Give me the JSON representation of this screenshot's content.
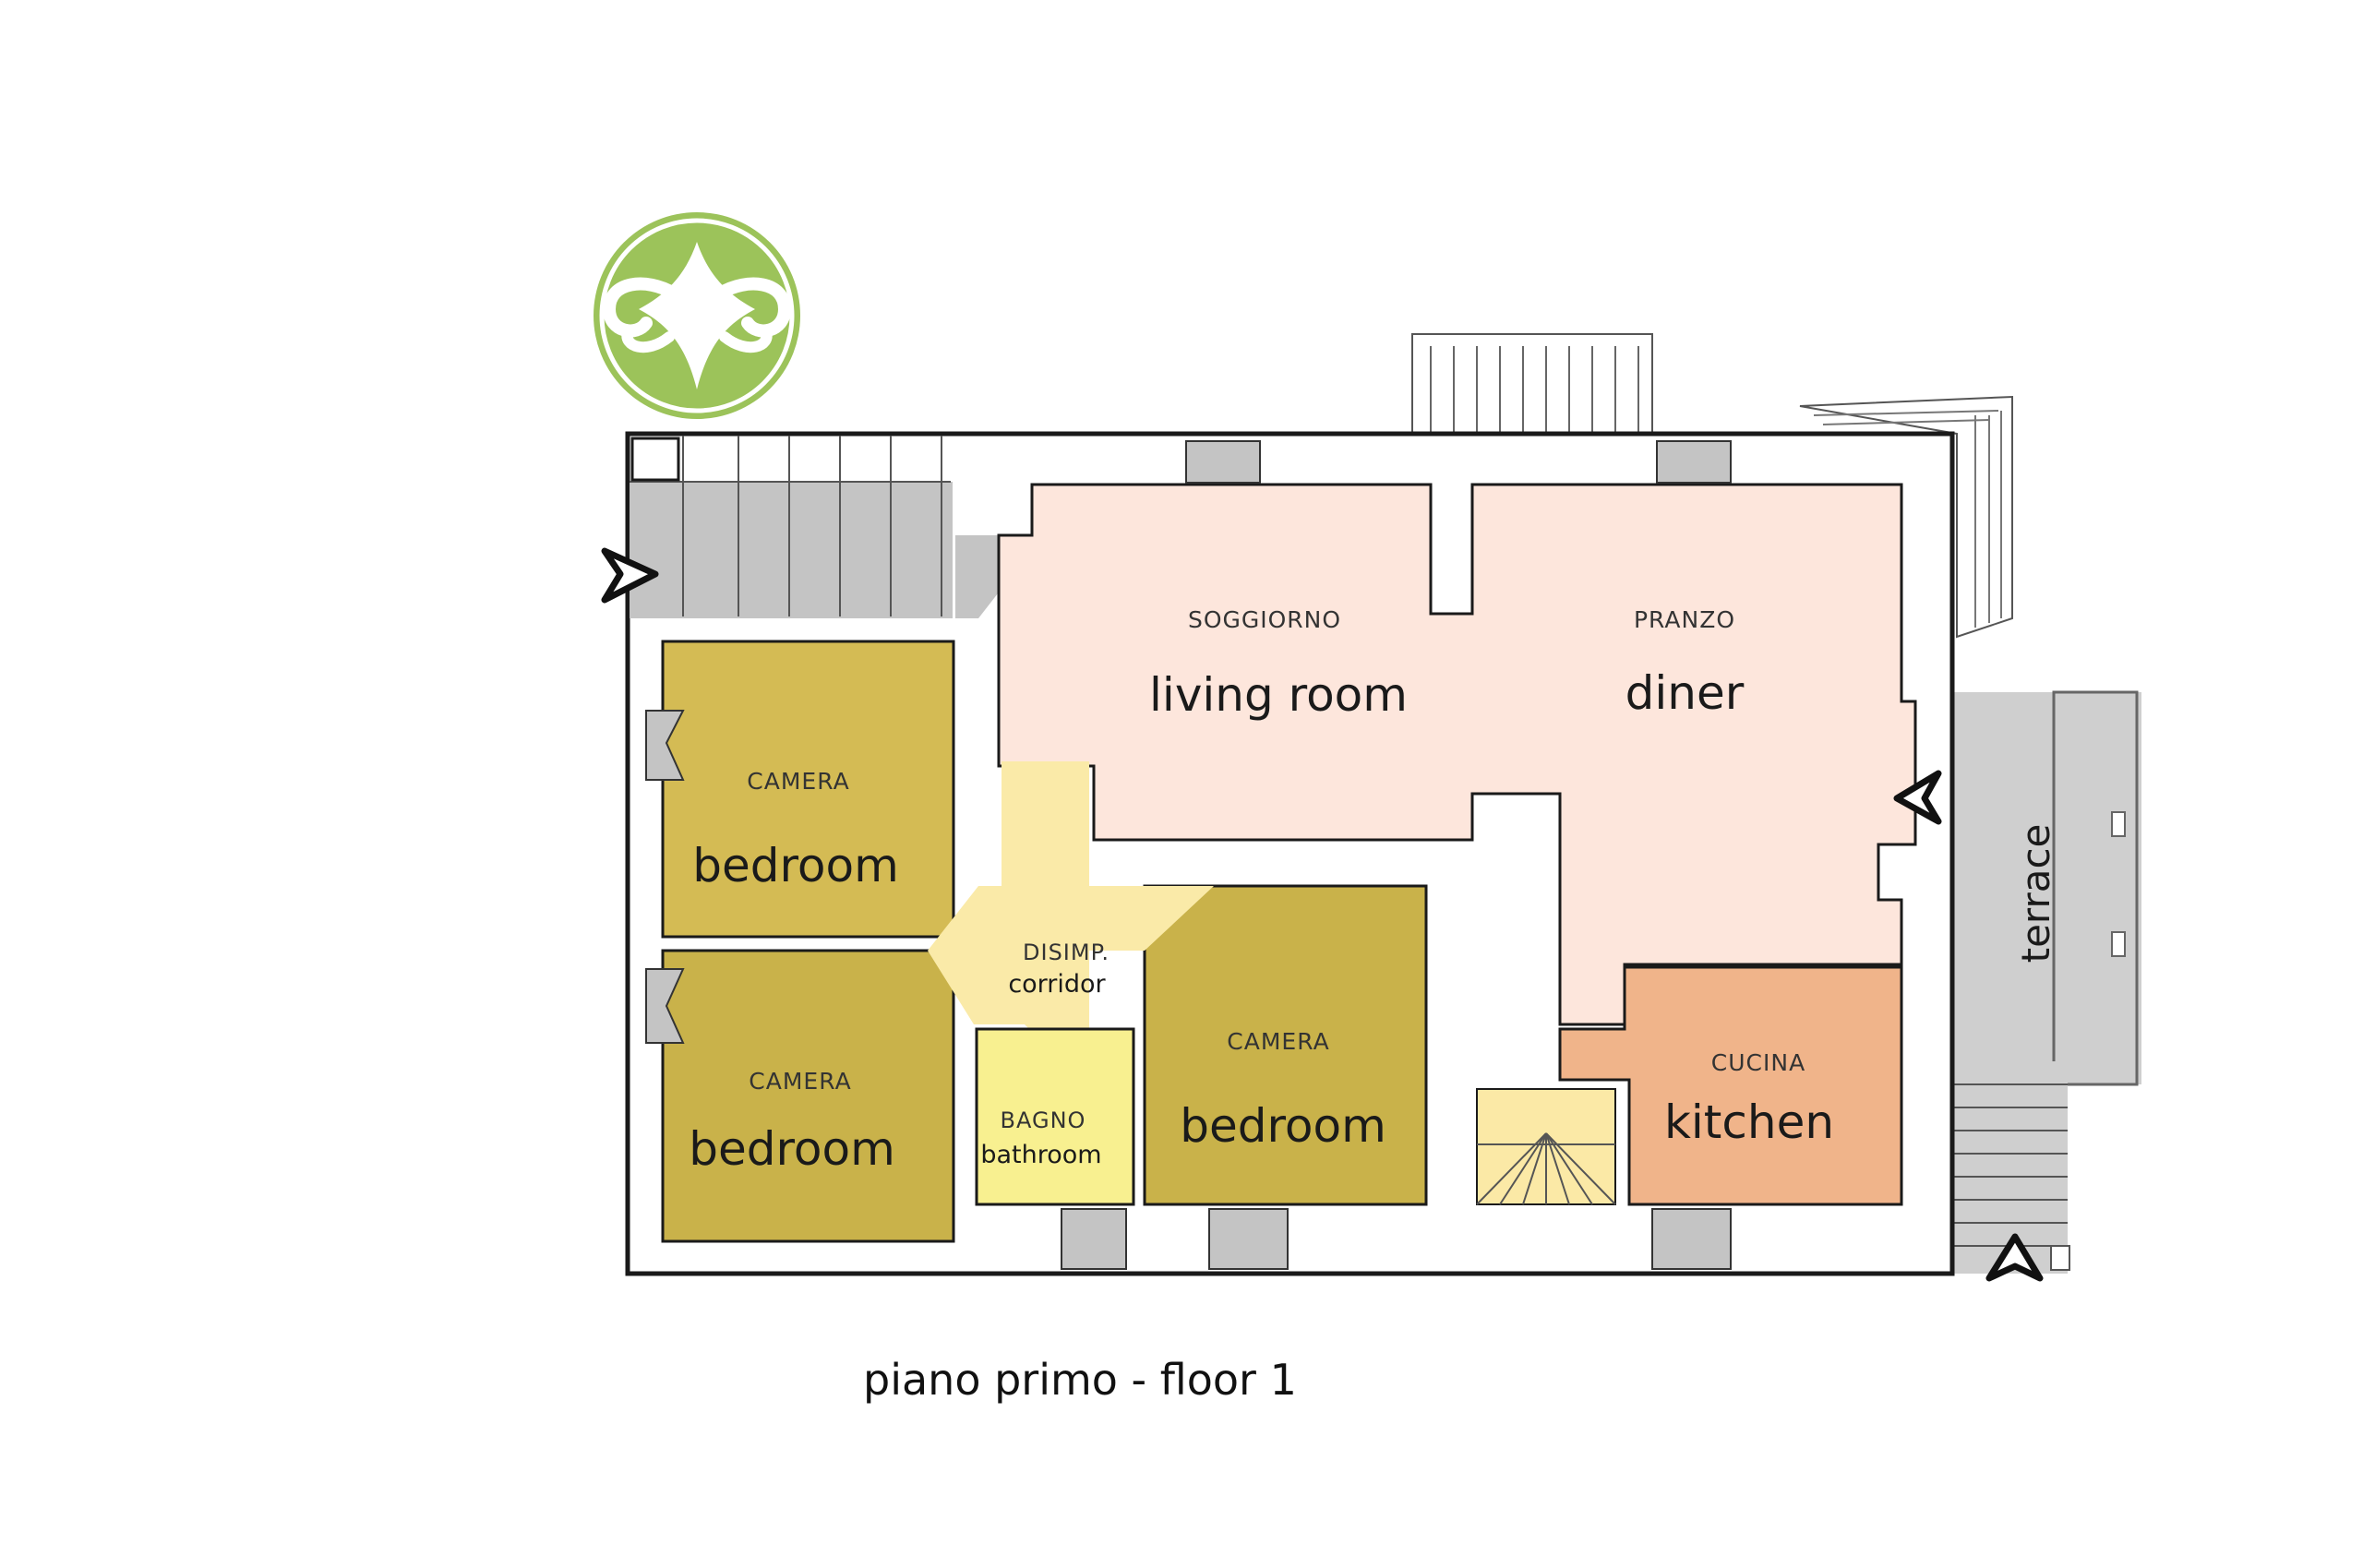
{
  "caption": "piano primo - floor 1",
  "colors": {
    "living": "#fde6dc",
    "bedroom": "#c9b24a",
    "bedroom_top_left": "#d4bb54",
    "corridor": "#faeaa8",
    "bathroom": "#f8f090",
    "kitchen": "#f0b48a",
    "stair": "#fbe9a6",
    "terrace": "#cfcfcf",
    "wall": "#1a1a1a",
    "logo": "#9cc35a"
  },
  "rooms": {
    "living": {
      "it": "SOGGIORNO",
      "en": "living room"
    },
    "diner": {
      "it": "PRANZO",
      "en": "diner"
    },
    "bedroom_top_left": {
      "it": "CAMERA",
      "en": "bedroom"
    },
    "bedroom_bottom_left": {
      "it": "CAMERA",
      "en": "bedroom"
    },
    "bedroom_center": {
      "it": "CAMERA",
      "en": "bedroom"
    },
    "corridor": {
      "it": "DISIMP.",
      "en": "corridor"
    },
    "bathroom": {
      "it": "BAGNO",
      "en": "bathroom"
    },
    "kitchen": {
      "it": "CUCINA",
      "en": "kitchen"
    },
    "terrace": {
      "en": "terrace"
    }
  },
  "icons": {
    "logo": "green-circle-logo",
    "entry_arrow": "entry-arrow-icon"
  }
}
